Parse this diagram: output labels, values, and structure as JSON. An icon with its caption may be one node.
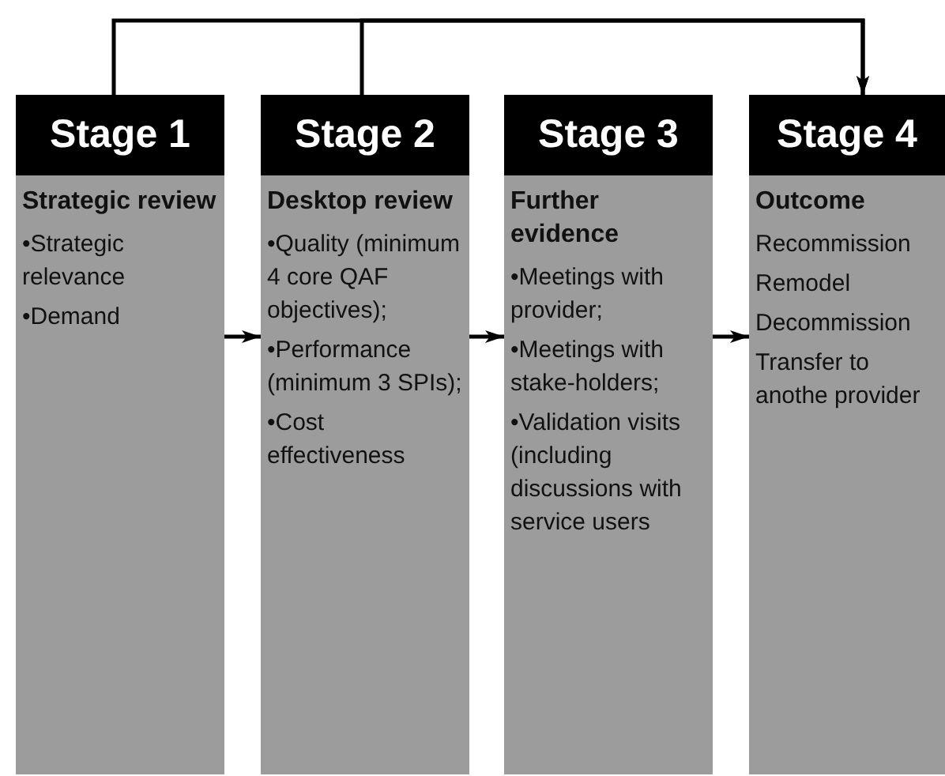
{
  "diagram": {
    "nodes": [
      {
        "text": [
          "Stage 1",
          "Strategic review",
          "•Strategic relevance",
          "•Demand"
        ]
      },
      {
        "text": [
          "Stage 2",
          "Desktop review",
          "•Quality (minimum 4 core QAF objectives);",
          "•Performance (minimum 3 SPIs);",
          "•Cost effectiveness"
        ]
      },
      {
        "text": [
          "Stage 3",
          "Further evidence",
          "•Meetings with provider;",
          "•Meetings with stake-holders;",
          "•Validation visits (including discussions with service users"
        ]
      },
      {
        "text": [
          "Stage 4",
          "Outcome",
          "Recommission",
          "Remodel",
          "Decommission",
          "Transfer to anothe provider"
        ]
      }
    ],
    "edges": [
      {
        "from": 0,
        "to": 3,
        "arrow": "to"
      },
      {
        "from": 1,
        "to": 3,
        "arrow": "to"
      },
      {
        "from": 0,
        "to": 1,
        "arrow": "to"
      },
      {
        "from": 1,
        "to": 2,
        "arrow": "to"
      },
      {
        "from": 2,
        "to": 3,
        "arrow": "to"
      }
    ]
  }
}
